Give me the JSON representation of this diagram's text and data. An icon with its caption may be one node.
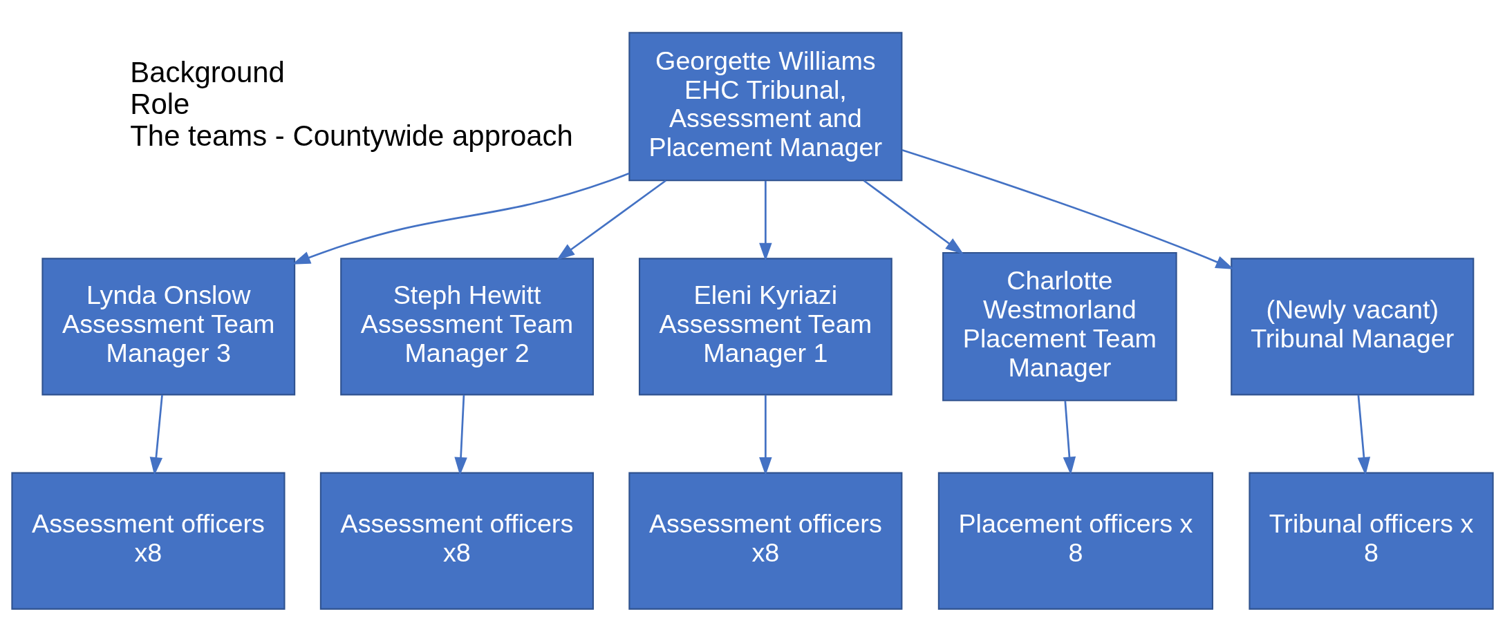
{
  "diagram": {
    "nodes": [
      {
        "text": [
          "Georgette Williams EHC Tribunal, Assessment and Placement Manager"
        ]
      },
      {
        "text": [
          "Lynda Onslow Assessment Team Manager 3"
        ]
      },
      {
        "text": [
          "Steph Hewitt Assessment Team Manager 2"
        ]
      },
      {
        "text": [
          "Eleni Kyriazi Assessment Team Manager 1"
        ]
      },
      {
        "text": [
          "Charlotte Westmorland Placement Team Manager"
        ]
      },
      {
        "text": [
          "(Newly vacant) Tribunal Manager"
        ]
      },
      {
        "text": [
          "Assessment officers x8"
        ]
      },
      {
        "text": [
          "Assessment officers x8"
        ]
      },
      {
        "text": [
          "Assessment officers x8"
        ]
      },
      {
        "text": [
          "Placement officers x 8"
        ]
      },
      {
        "text": [
          "Tribunal officers x 8"
        ]
      }
    ],
    "edges": [
      {
        "from": 0,
        "to": 1,
        "arrow": "to"
      },
      {
        "from": 0,
        "to": 2,
        "arrow": "to"
      },
      {
        "from": 0,
        "to": 3,
        "arrow": "to"
      },
      {
        "from": 0,
        "to": 4,
        "arrow": "to"
      },
      {
        "from": 0,
        "to": 5,
        "arrow": "to"
      },
      {
        "from": 1,
        "to": 6,
        "arrow": "to"
      },
      {
        "from": 2,
        "to": 7,
        "arrow": "to"
      },
      {
        "from": 3,
        "to": 8,
        "arrow": "to"
      },
      {
        "from": 4,
        "to": 9,
        "arrow": "to"
      },
      {
        "from": 5,
        "to": 10,
        "arrow": "to"
      }
    ],
    "labels": [
      "Background",
      "Role",
      "The teams - Countywide approach"
    ]
  }
}
